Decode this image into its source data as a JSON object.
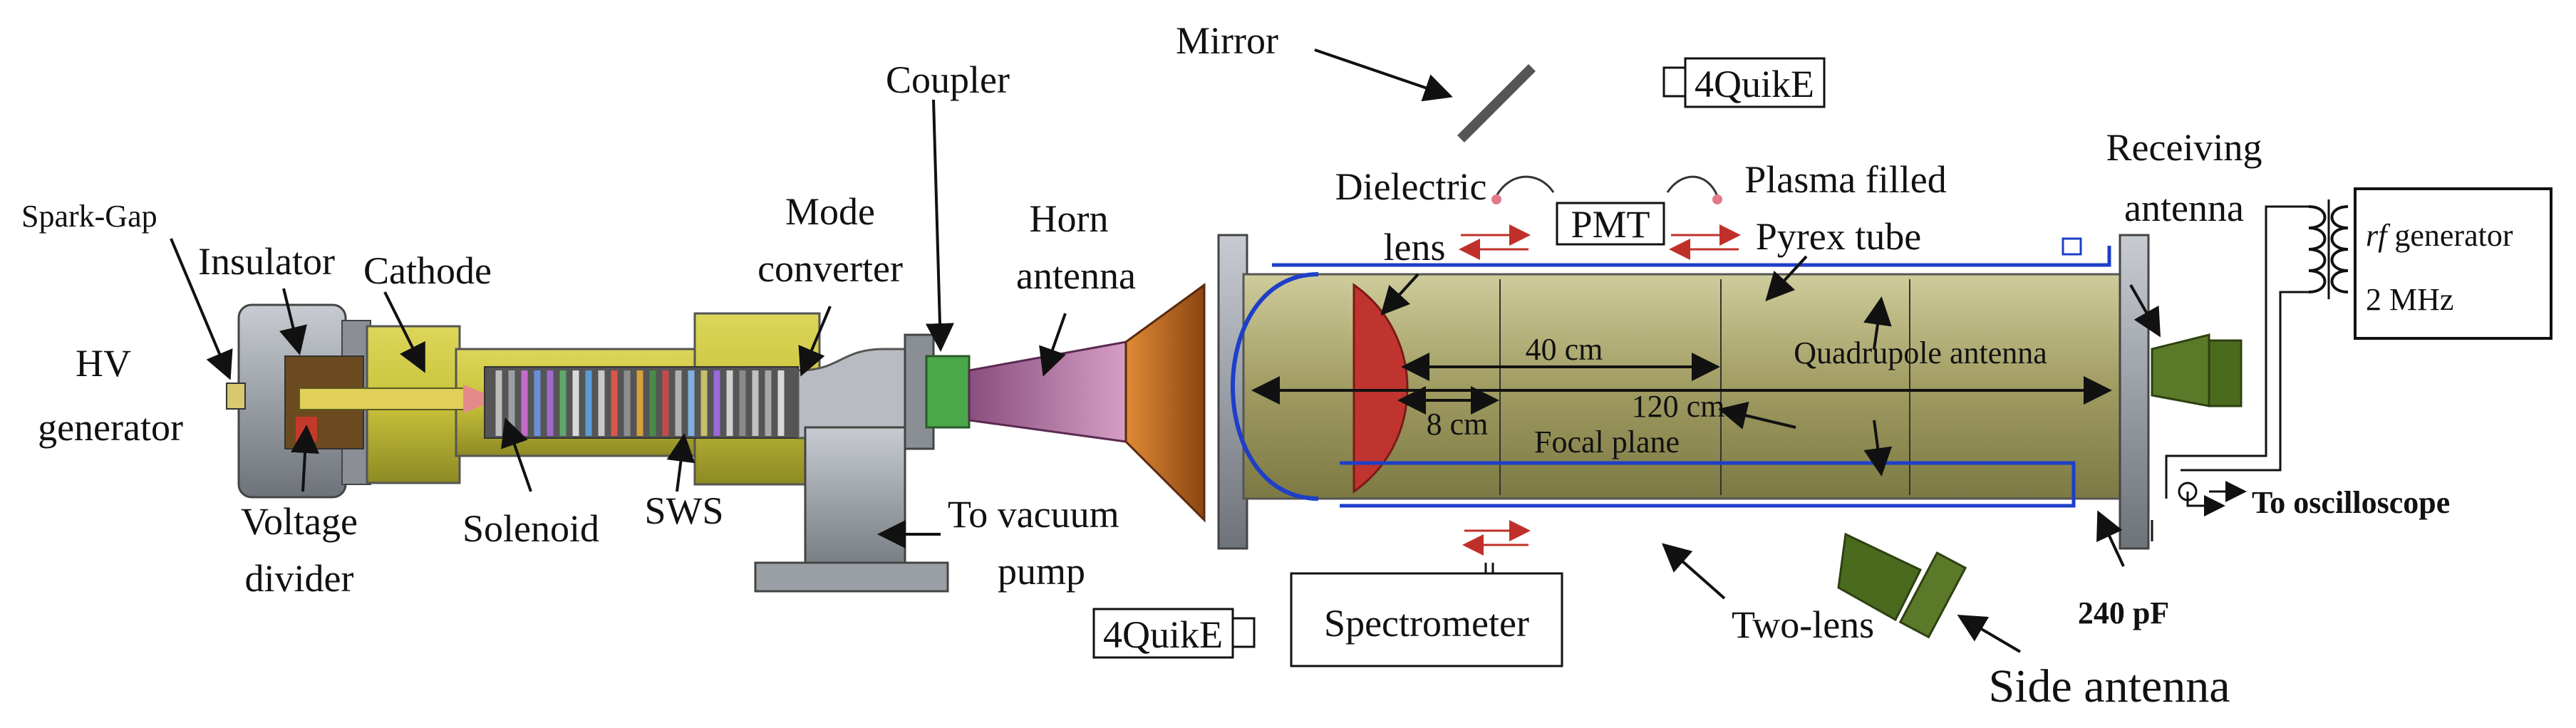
{
  "labels": {
    "spark_gap": "Spark-Gap",
    "insulator": "Insulator",
    "cathode": "Cathode",
    "hv_generator_1": "HV",
    "hv_generator_2": "generator",
    "voltage_divider_1": "Voltage",
    "voltage_divider_2": "divider",
    "solenoid": "Solenoid",
    "sws": "SWS",
    "mode_converter_1": "Mode",
    "mode_converter_2": "converter",
    "coupler": "Coupler",
    "horn_antenna_1": "Horn",
    "horn_antenna_2": "antenna",
    "to_vacuum_pump_1": "To vacuum",
    "to_vacuum_pump_2": "pump",
    "mirror": "Mirror",
    "camera_top": "4QuikE",
    "camera_bottom": "4QuikE",
    "dielectric_lens_1": "Dielectric",
    "dielectric_lens_2": "lens",
    "pmt": "PMT",
    "plasma_tube_1": "Plasma filled",
    "plasma_tube_2": "Pyrex tube",
    "receiving_antenna_1": "Receiving",
    "receiving_antenna_2": "antenna",
    "rf_generator_italic": "rf",
    "rf_generator_rest": " generator",
    "rf_freq": "2 MHz",
    "dim_40": "40 cm",
    "dim_120": "120 cm",
    "dim_8": "8 cm",
    "quadrupole": "Quadrupole antenna",
    "focal_plane": "Focal plane",
    "to_oscilloscope": "To oscilloscope",
    "spectrometer": "Spectrometer",
    "two_lens": "Two-lens",
    "capacitance": "240 pF",
    "side_antenna": "Side antenna"
  },
  "colors": {
    "housing_yellow": "#c9c23a",
    "housing_dark": "#8d8a24",
    "tube_olive": "#a8a46e",
    "lens_red": "#c0342f",
    "horn_pink": "#c68ab8",
    "horn_orange": "#c46a1e",
    "antenna_green": "#5a7a2a",
    "pipe_gray": "#9a9fa6",
    "wire_blue": "#1e3fc8",
    "arrow_red": "#c0302a"
  }
}
